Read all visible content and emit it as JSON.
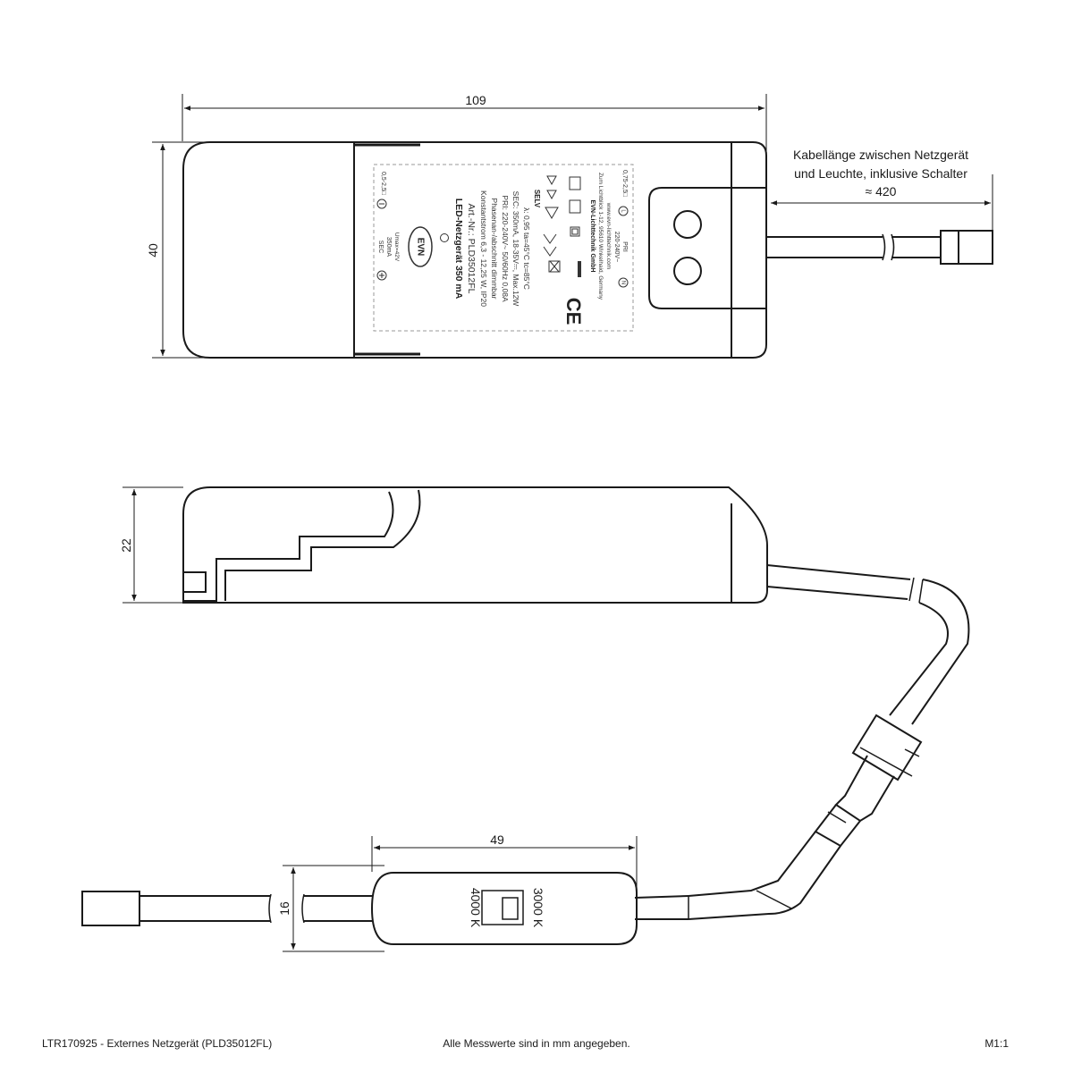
{
  "dimensions": {
    "top_length": "109",
    "top_width": "40",
    "side_height": "22",
    "switch_length": "49",
    "switch_height": "16",
    "cable_length": "≈ 420"
  },
  "cable_note": {
    "line1": "Kabellänge zwischen Netzgerät",
    "line2": "und Leuchte, inklusive Schalter"
  },
  "label": {
    "title": "LED-Netzgerät 350 mA",
    "art": "Art.-Nr.: PLD35012FL",
    "line3": "Konstantstrom 6,3 - 12,25 W, IP20",
    "line4": "Phasenan-/abschnitt dimmbar",
    "line5": "PRI: 220-240V~ 50/60Hz  0,08A",
    "line6": "SEC: 350mA,  18-35V⎓,  Max.12W",
    "line7": "λ: 0,95  ta=45°C  tc=85°C",
    "selv": "SELV",
    "sec_title": "SEC",
    "sec_current": "350mA",
    "sec_umax": "Umax=42V",
    "sec_wire": "0,5-2,5□",
    "brand": "EVN",
    "maker1": "EVN-Lichttechnik GmbH",
    "maker2": "Zum Lichtblick 1-12, 95610 Winkelhaid, Germany",
    "maker3": "www.evn-lichttechnik.com",
    "pri_voltage": "220-240V~",
    "pri_title": "PRI",
    "pri_wire": "0,75-2,5□",
    "ce": "CE"
  },
  "switch_labels": {
    "k3000": "3000 K",
    "k4000": "4000 K"
  },
  "footer": {
    "left": "LTR170925 - Externes Netzgerät (PLD35012FL)",
    "center": "Alle Messwerte sind in mm angegeben.",
    "right": "M1:1"
  }
}
